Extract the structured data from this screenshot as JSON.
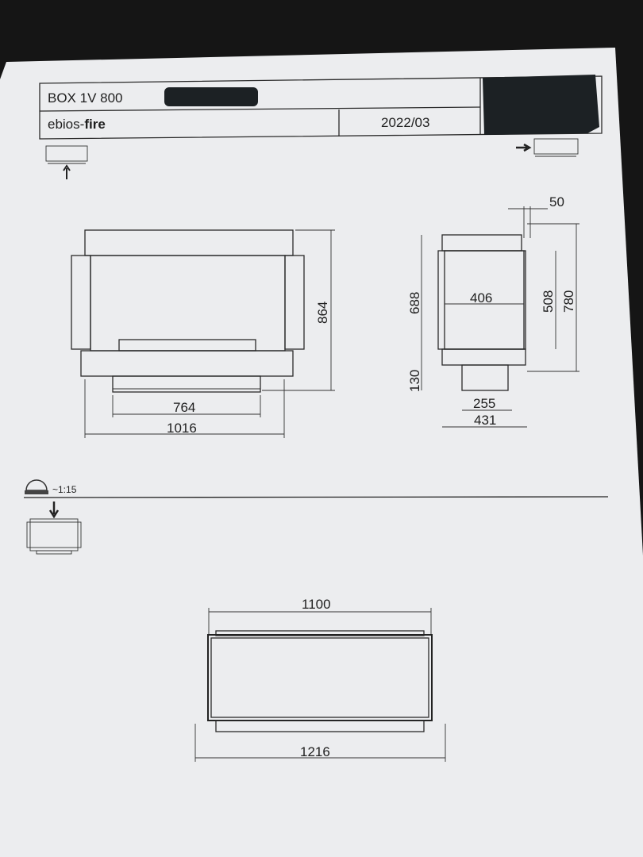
{
  "header": {
    "model": "BOX 1V 800",
    "brand_prefix": "ebios-",
    "brand_suffix": "fire",
    "date": "2022/03"
  },
  "front_view": {
    "width_inner": "764",
    "width_outer": "1016",
    "height": "864"
  },
  "side_view": {
    "top_offset": "50",
    "height_688": "688",
    "depth_406": "406",
    "height_508": "508",
    "height_780": "780",
    "base_130": "130",
    "base_255": "255",
    "depth_431": "431"
  },
  "top_view": {
    "scale": "~1:15",
    "width_inner": "1100",
    "width_outer": "1216"
  },
  "colors": {
    "paper": "#ecedef",
    "ink": "#1e1e1e",
    "redaction": "#1c2124",
    "background": "#151515"
  }
}
